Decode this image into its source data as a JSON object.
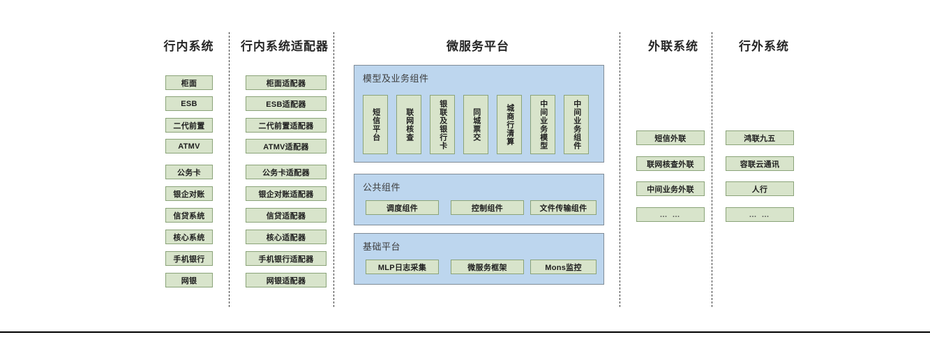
{
  "columns": [
    {
      "key": "internal",
      "header": "行内系统",
      "items": [
        "柜面",
        "ESB",
        "二代前置",
        "ATMV",
        "公务卡",
        "银企对账",
        "信贷系统",
        "核心系统",
        "手机银行",
        "网银"
      ]
    },
    {
      "key": "adapter",
      "header": "行内系统适配器",
      "items": [
        "柜面适配器",
        "ESB适配器",
        "二代前置适配器",
        "ATMV适配器",
        "公务卡适配器",
        "银企对账适配器",
        "信贷适配器",
        "核心适配器",
        "手机银行适配器",
        "网银适配器"
      ]
    },
    {
      "key": "platform",
      "header": "微服务平台",
      "items": []
    },
    {
      "key": "external_link",
      "header": "外联系统",
      "items": [
        "短信外联",
        "联网核查外联",
        "中间业务外联",
        "… …"
      ]
    },
    {
      "key": "outside",
      "header": "行外系统",
      "items": [
        "鸿联九五",
        "容联云通讯",
        "人行",
        "… …"
      ]
    }
  ],
  "platform": {
    "groups": [
      {
        "key": "model_business",
        "title": "模型及业务组件",
        "orientation": "vertical",
        "items": [
          "短信平台",
          "联网核查",
          "银联及银行卡",
          "同城票交",
          "城商行清算",
          "中间业务模型",
          "中间业务组件"
        ]
      },
      {
        "key": "public_components",
        "title": "公共组件",
        "orientation": "horizontal",
        "items": [
          "调度组件",
          "控制组件",
          "文件传输组件"
        ]
      },
      {
        "key": "base_platform",
        "title": "基础平台",
        "orientation": "horizontal",
        "items": [
          "MLP日志采集",
          "微服务框架",
          "Mons监控"
        ]
      }
    ]
  },
  "colors": {
    "node_fill": "#d8e4cb",
    "node_border": "#8aa378",
    "panel_fill": "#bdd6ee",
    "panel_border": "#7f8b96",
    "divider": "#3b3b3b",
    "background": "#ffffff"
  }
}
